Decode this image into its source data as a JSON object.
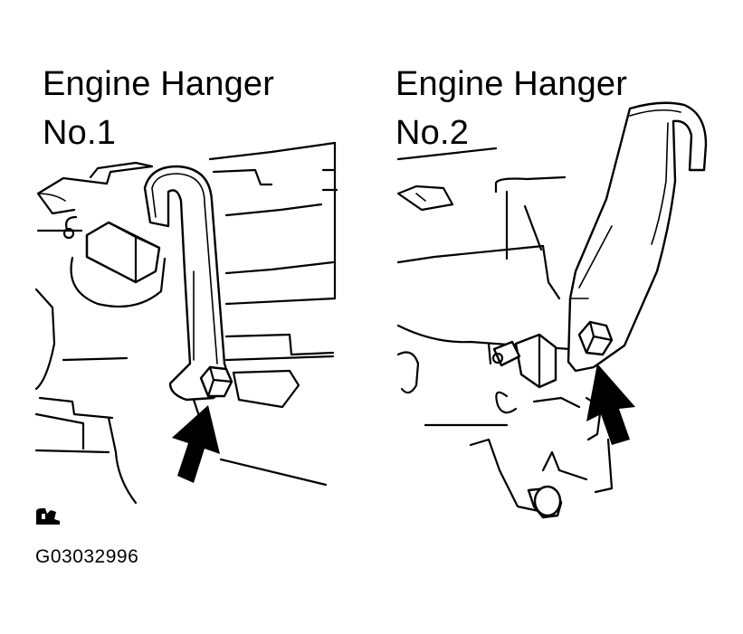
{
  "labels": {
    "hanger_1": {
      "line1": "Engine Hanger",
      "line2": "No.1"
    },
    "hanger_2": {
      "line1": "Engine Hanger",
      "line2": "No.2"
    }
  },
  "reference_code": "G03032996",
  "icons": {
    "torque_symbol": "torque-wrench-symbol-icon",
    "arrow": "pointer-arrow-icon"
  },
  "colors": {
    "ink": "#000000",
    "paper": "#ffffff"
  }
}
